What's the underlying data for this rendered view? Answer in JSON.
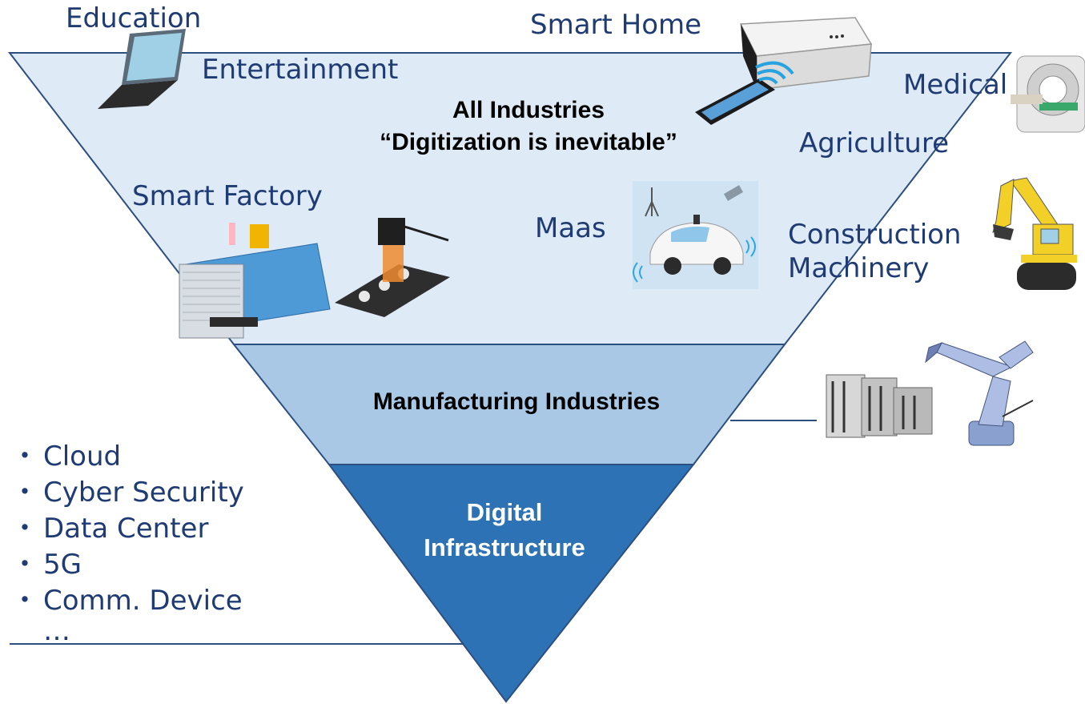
{
  "pyramid": {
    "top_layer": {
      "title_line1": "All Industries",
      "title_line2": "“Digitization is inevitable”"
    },
    "middle_layer": {
      "title": "Manufacturing Industries"
    },
    "bottom_layer": {
      "title_line1": "Digital",
      "title_line2": "Infrastructure"
    }
  },
  "industry_labels": {
    "education": "Education",
    "smart_home": "Smart Home",
    "entertainment": "Entertainment",
    "medical": "Medical",
    "agriculture": "Agriculture",
    "smart_factory": "Smart Factory",
    "maas": "Maas",
    "construction_line1": "Construction",
    "construction_line2": "Machinery"
  },
  "infrastructure_list": {
    "bullet": "・",
    "items": [
      "Cloud",
      "Cyber Security",
      "Data Center",
      "5G",
      "Comm. Device"
    ],
    "more": "…"
  },
  "colors": {
    "top_layer": "#deeaf6",
    "middle_layer": "#a9c8e6",
    "bottom_layer": "#2e72b6",
    "outline": "#2d4f7f",
    "label_text": "#1f3b73",
    "bottom_text": "#ffffff"
  }
}
